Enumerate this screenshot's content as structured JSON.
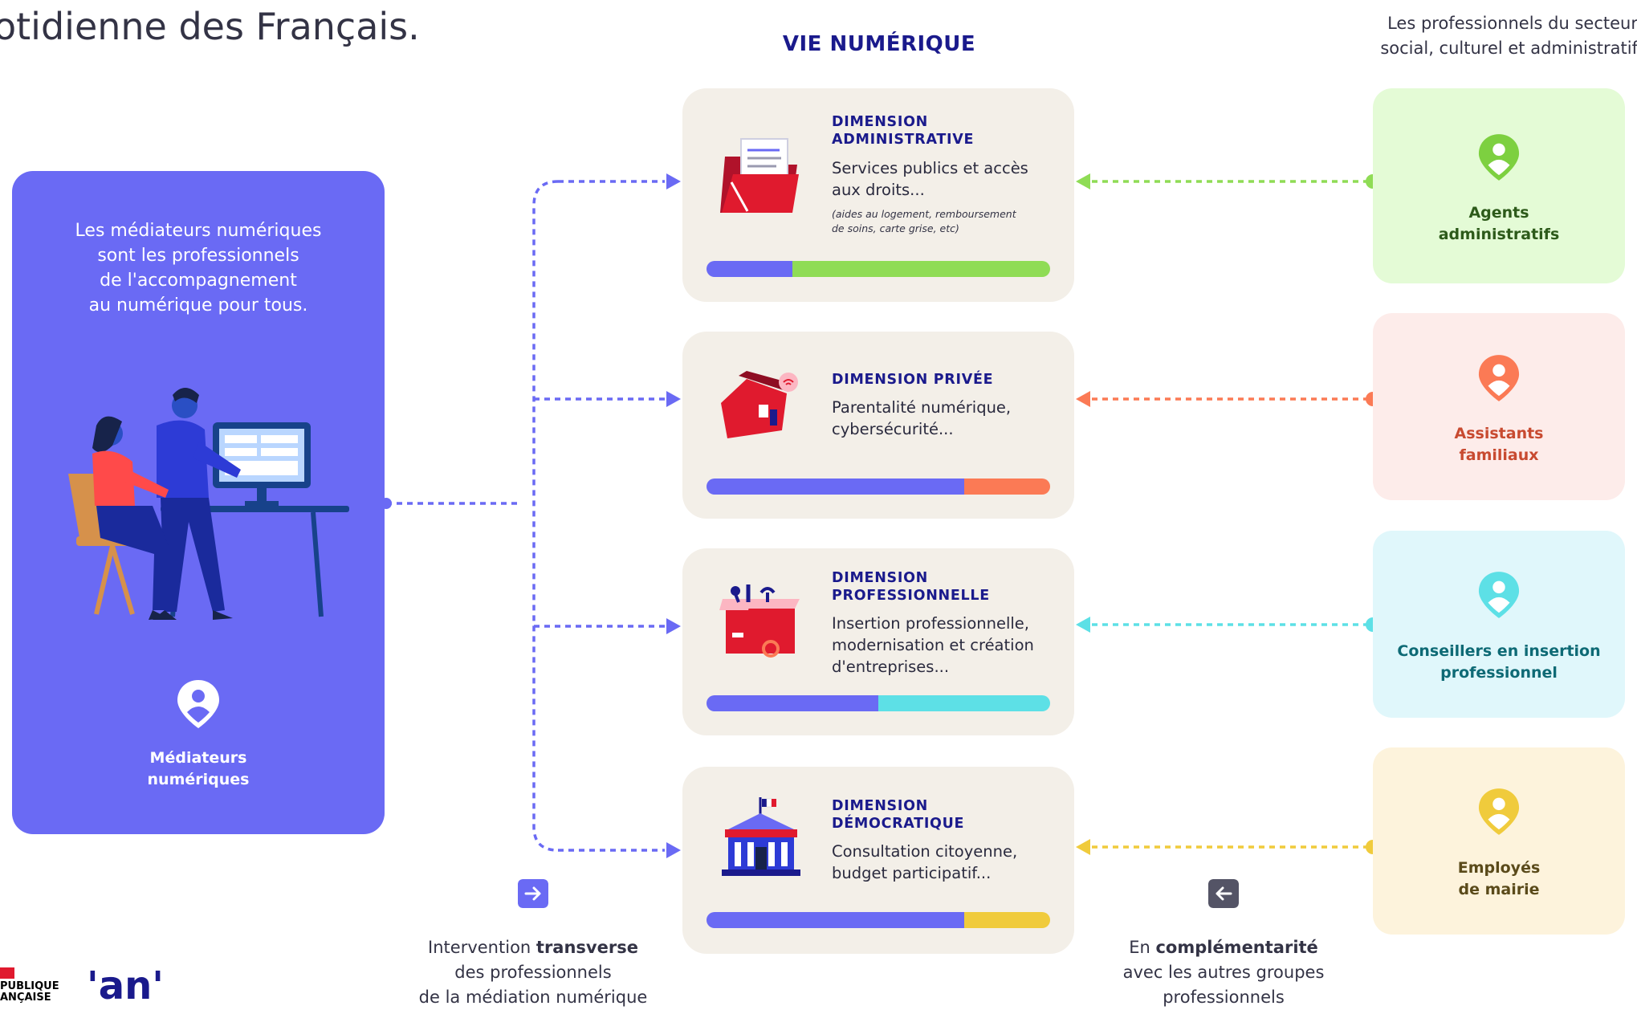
{
  "headline": "otidienne des Français.",
  "vie_title": "VIE NUMÉRIQUE",
  "pro_title": [
    "Les professionnels du secteur",
    "social, culturel et administratif"
  ],
  "mediateurs": {
    "text": [
      "Les médiateurs numériques",
      "sont les professionnels",
      "de l'accompagnement",
      "au numérique pour tous."
    ],
    "label": [
      "Médiateurs",
      "numériques"
    ]
  },
  "dimensions": [
    {
      "title": [
        "DIMENSION",
        "ADMINISTRATIVE"
      ],
      "desc": [
        "Services publics et accès",
        "aux droits..."
      ],
      "note": [
        "(aides au logement, remboursement",
        "de soins, carte grise, etc)"
      ],
      "bar": {
        "primary_fraction": 0.25,
        "primary_color": "#6a6af4",
        "accent_color": "#8fdc55"
      },
      "arrow_color": "#8fdc55"
    },
    {
      "title": [
        "DIMENSION  PRIVÉE"
      ],
      "desc": [
        "Parentalité numérique,",
        "cybersécurité..."
      ],
      "bar": {
        "primary_fraction": 0.75,
        "primary_color": "#6a6af4",
        "accent_color": "#fb7a55"
      },
      "arrow_color": "#fb7a55"
    },
    {
      "title": [
        "DIMENSION",
        "PROFESSIONNELLE"
      ],
      "desc": [
        "Insertion professionnelle,",
        "modernisation et création",
        "d'entreprises..."
      ],
      "bar": {
        "primary_fraction": 0.5,
        "primary_color": "#6a6af4",
        "accent_color": "#5de0e6"
      },
      "arrow_color": "#5de0e6"
    },
    {
      "title": [
        "DIMENSION",
        "DÉMOCRATIQUE"
      ],
      "desc": [
        "Consultation citoyenne,",
        "budget participatif..."
      ],
      "bar": {
        "primary_fraction": 0.75,
        "primary_color": "#6a6af4",
        "accent_color": "#f0cb3c"
      },
      "arrow_color": "#f0cb3c"
    }
  ],
  "professionnels": [
    {
      "label": [
        "Agents",
        "administratifs"
      ],
      "bg": "#e4fbd6",
      "text_color": "#2d5a1a",
      "pin_color": "#7dd040"
    },
    {
      "label": [
        "Assistants",
        "familiaux"
      ],
      "bg": "#fdecea",
      "text_color": "#c84a30",
      "pin_color": "#fb7a55"
    },
    {
      "label": [
        "Conseillers en insertion",
        "professionnel"
      ],
      "bg": "#e0f7fb",
      "text_color": "#0e6a75",
      "pin_color": "#5de0e6"
    },
    {
      "label": [
        "Employés",
        "de mairie"
      ],
      "bg": "#fdf3dc",
      "text_color": "#5a4a1a",
      "pin_color": "#f0cb3c"
    }
  ],
  "bottom_left": {
    "pre": "Intervention ",
    "bold": "transverse",
    "line2": "des professionnels",
    "line3": "de la médiation numérique"
  },
  "bottom_right": {
    "pre": "En ",
    "bold": "complémentarité",
    "line2": "avec les autres groupes",
    "line3": "professionnels"
  },
  "logos": {
    "republique": [
      "PUBLIQUE",
      "ANÇAISE"
    ],
    "anct": "'an'"
  },
  "colors": {
    "primary": "#6a6af4",
    "navy": "#1a1a8c",
    "card_bg": "#f3efe8"
  }
}
